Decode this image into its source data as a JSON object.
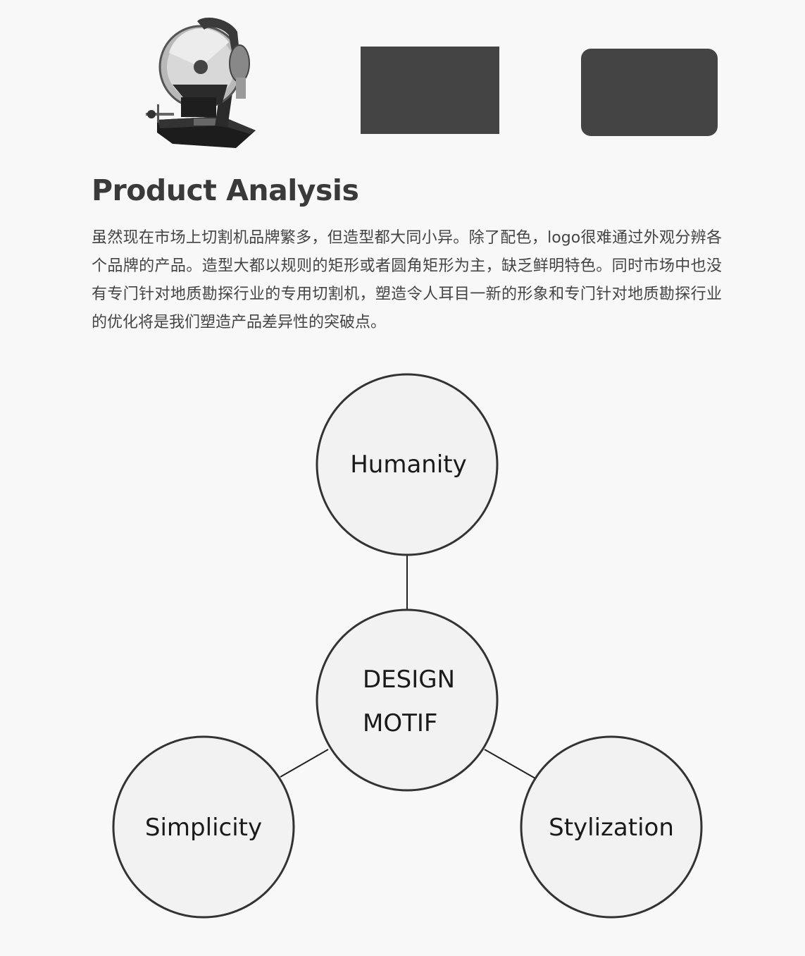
{
  "heading": "Product Analysis",
  "paragraph": "虽然现在市场上切割机品牌繁多，但造型都大同小异。除了配色，logo很难通过外观分辨各个品牌的产品。造型大都以规则的矩形或者圆角矩形为主，缺乏鲜明特色。同时市场中也没有专门针对地质勘探行业的专用切割机，塑造令人耳目一新的形象和专门针对地质勘探行业的优化将是我们塑造产品差异性的突破点。",
  "diagram": {
    "center_line1": "DESIGN",
    "center_line2": "MOTIF",
    "top": "Humanity",
    "left": "Simplicity",
    "right": "Stylization"
  },
  "colors": {
    "background": "#f8f8f8",
    "shape_fill": "#444444",
    "circle_fill": "#f2f2f2",
    "circle_stroke": "#333333"
  }
}
